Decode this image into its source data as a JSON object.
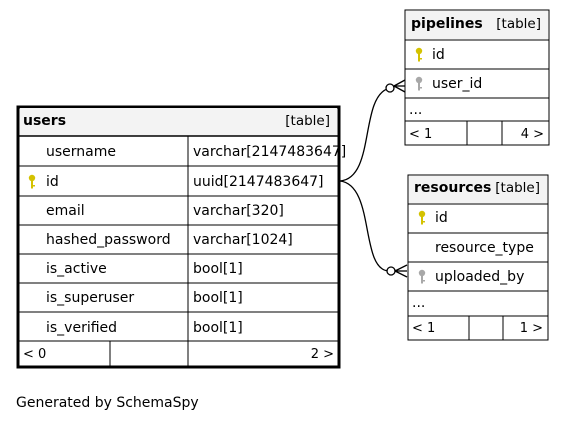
{
  "tables": {
    "users": {
      "name": "users",
      "kind": "[table]",
      "columns": [
        {
          "name": "username",
          "type": "varchar[2147483647]",
          "key": "none"
        },
        {
          "name": "id",
          "type": "uuid[2147483647]",
          "key": "primary"
        },
        {
          "name": "email",
          "type": "varchar[320]",
          "key": "none"
        },
        {
          "name": "hashed_password",
          "type": "varchar[1024]",
          "key": "none"
        },
        {
          "name": "is_active",
          "type": "bool[1]",
          "key": "none"
        },
        {
          "name": "is_superuser",
          "type": "bool[1]",
          "key": "none"
        },
        {
          "name": "is_verified",
          "type": "bool[1]",
          "key": "none"
        }
      ],
      "footer": {
        "parents": "< 0",
        "children": "2 >"
      }
    },
    "pipelines": {
      "name": "pipelines",
      "kind": "[table]",
      "columns": [
        {
          "name": "id",
          "key": "primary"
        },
        {
          "name": "user_id",
          "key": "foreign"
        }
      ],
      "more": "...",
      "footer": {
        "parents": "< 1",
        "children": "4 >"
      }
    },
    "resources": {
      "name": "resources",
      "kind": "[table]",
      "columns": [
        {
          "name": "id",
          "key": "primary"
        },
        {
          "name": "resource_type",
          "key": "none"
        },
        {
          "name": "uploaded_by",
          "key": "foreign"
        }
      ],
      "more": "...",
      "footer": {
        "parents": "< 1",
        "children": "1 >"
      }
    }
  },
  "colors": {
    "primary_key": "#d4c200",
    "foreign_key": "#a8a8a8",
    "header_bg": "#f3f3f3"
  },
  "footer_text": "Generated by SchemaSpy"
}
